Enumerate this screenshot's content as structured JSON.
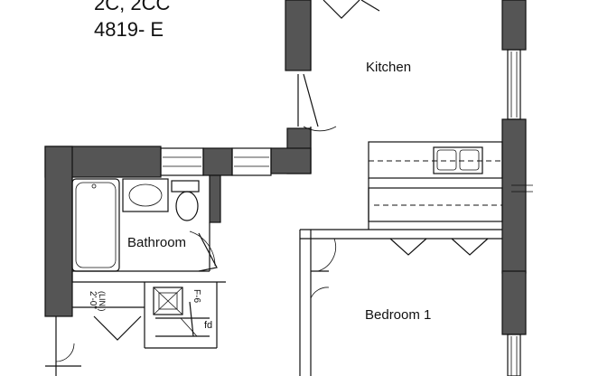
{
  "header": {
    "line1": "2C, 2CC",
    "line2": "4819- E"
  },
  "rooms": {
    "kitchen": "Kitchen",
    "bathroom": "Bathroom",
    "bedroom1": "Bedroom 1"
  },
  "annotations": {
    "wic_dimension": "2'-0\"",
    "wic_lin": "(LIN.)",
    "closet_code": "F-6",
    "closet_fd": "fd"
  },
  "colors": {
    "wall_fill": "#555555",
    "line": "#111111",
    "background": "#ffffff"
  }
}
